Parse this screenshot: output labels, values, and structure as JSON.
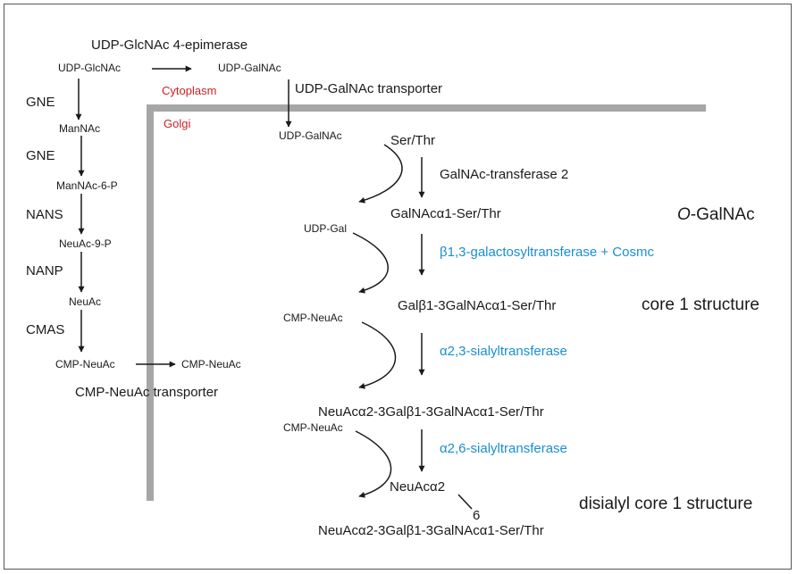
{
  "compartments": {
    "cytoplasm": "Cytoplasm",
    "golgi": "Golgi",
    "color": "#cc2222",
    "membrane_color": "#a6a6a6"
  },
  "sialic_pathway": {
    "metabolites": [
      "UDP-GlcNAc",
      "ManNAc",
      "ManNAc-6-P",
      "NeuAc-9-P",
      "NeuAc",
      "CMP-NeuAc"
    ],
    "enzymes": [
      "GNE",
      "GNE",
      "NANS",
      "NANP",
      "CMAS"
    ]
  },
  "epimerase": {
    "label": "UDP-GlcNAc 4-epimerase",
    "product": "UDP-GalNAc"
  },
  "transporters": {
    "udp_galnac": "UDP-GalNAc transporter",
    "golgi_udp_galnac": "UDP-GalNAc",
    "cmp_neuac": "CMP-NeuAc transporter",
    "golgi_cmp_neuac": "CMP-NeuAc"
  },
  "glycan_steps": {
    "start": "Ser/Thr",
    "enzyme1": "GalNAc-transferase 2",
    "product1": "GalNAcα1-Ser/Thr",
    "donor2": "UDP-Gal",
    "enzyme2": "β1,3-galactosyltransferase + Cosmc",
    "product2": "Galβ1-3GalNAcα1-Ser/Thr",
    "donor3": "CMP-NeuAc",
    "enzyme3": "α2,3-sialyltransferase",
    "product3": "NeuAcα2-3Galβ1-3GalNAcα1-Ser/Thr",
    "donor4": "CMP-NeuAc",
    "enzyme4": "α2,6-sialyltransferase",
    "branch_residue": "NeuAcα2",
    "branch_position": "6",
    "product4": "NeuAcα2-3Galβ1-3GalNAcα1-Ser/Thr",
    "enzyme_color": "#1a8fd0"
  },
  "structure_labels": {
    "o_galnac": "O-GalNAc",
    "core1": "core 1 structure",
    "disialyl_core1": "disialyl core 1 structure"
  }
}
